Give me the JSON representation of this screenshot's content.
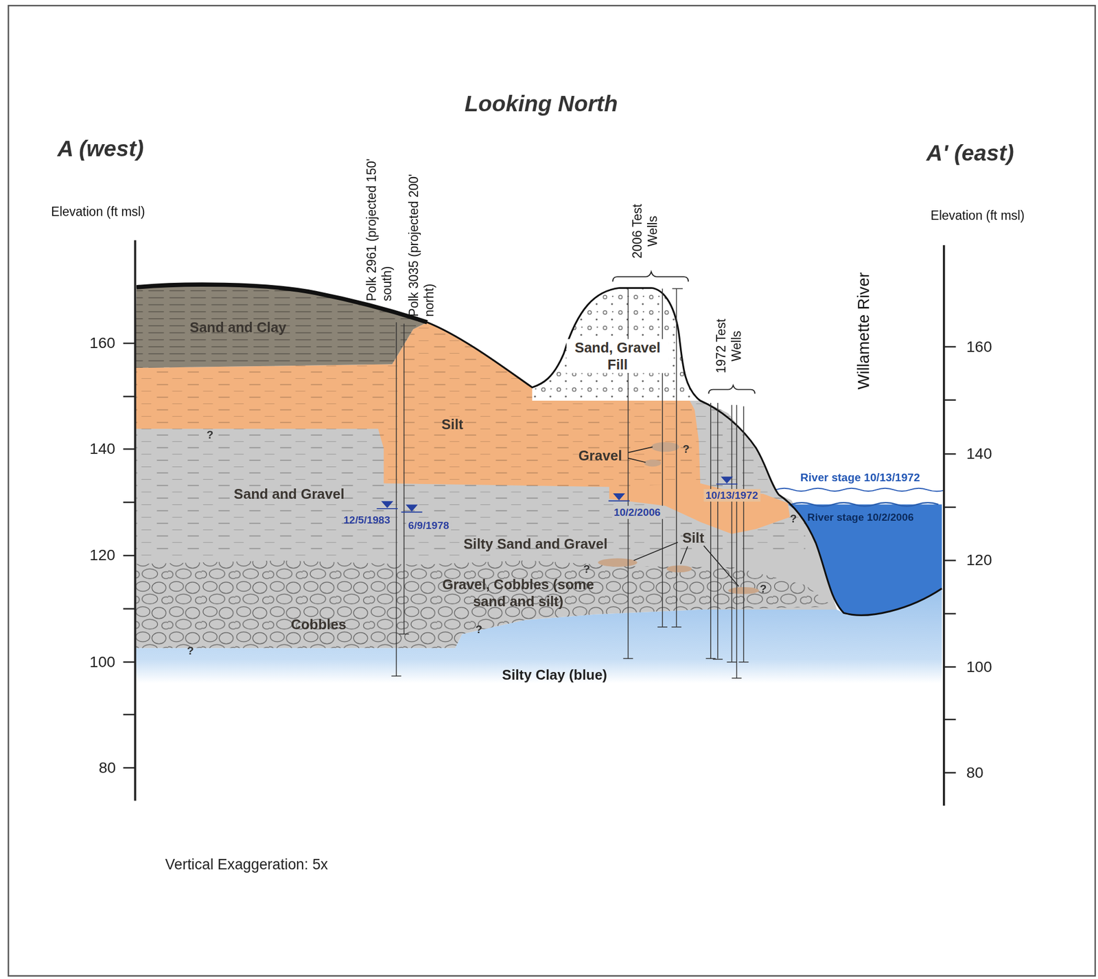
{
  "diagram": {
    "title": "Looking North",
    "labels": [
      "A (west)",
      "A' (east)",
      "Elevation (ft msl)",
      "Elevation (ft msl)",
      "160",
      "140",
      "120",
      "100",
      "80",
      "160",
      "140",
      "120",
      "100",
      "80",
      "Polk 2961 (projected 150' south)",
      "Polk 3035 (projected 200' norht)",
      "2006 Test Wells",
      "1972 Test Wells",
      "Willamette River",
      "Sand and Clay",
      "Silt",
      "Sand, Gravel Fill",
      "Gravel",
      "Sand and Gravel",
      "12/5/1983",
      "6/9/1978",
      "10/2/2006",
      "10/13/1972",
      "River stage 10/13/1972",
      "River stage 10/2/2006",
      "Silty Sand and Gravel",
      "Silt",
      "Gravel, Cobbles (some sand and silt)",
      "Cobbles",
      "Silty Clay (blue)",
      "Vertical Exaggeration: 5x",
      "?",
      "?",
      "?",
      "?",
      "?",
      "?",
      "?"
    ]
  }
}
